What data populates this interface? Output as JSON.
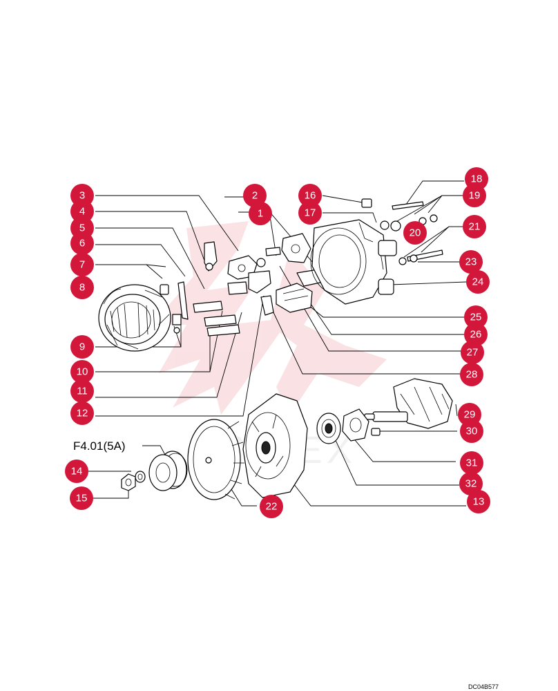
{
  "colors": {
    "callout": "#d3173b",
    "line": "#000000",
    "background": "#ffffff"
  },
  "reference_label": "F4.01(5A)",
  "document_code": "DC04B577",
  "callouts": [
    {
      "id": "1",
      "label": "1"
    },
    {
      "id": "2",
      "label": "2"
    },
    {
      "id": "3",
      "label": "3"
    },
    {
      "id": "4",
      "label": "4"
    },
    {
      "id": "5",
      "label": "5"
    },
    {
      "id": "6",
      "label": "6"
    },
    {
      "id": "7",
      "label": "7"
    },
    {
      "id": "8",
      "label": "8"
    },
    {
      "id": "9",
      "label": "9"
    },
    {
      "id": "10",
      "label": "10"
    },
    {
      "id": "11",
      "label": "11"
    },
    {
      "id": "12",
      "label": "12"
    },
    {
      "id": "13",
      "label": "13"
    },
    {
      "id": "14",
      "label": "14"
    },
    {
      "id": "15",
      "label": "15"
    },
    {
      "id": "16",
      "label": "16"
    },
    {
      "id": "17",
      "label": "17"
    },
    {
      "id": "18",
      "label": "18"
    },
    {
      "id": "19",
      "label": "19"
    },
    {
      "id": "20",
      "label": "20"
    },
    {
      "id": "21",
      "label": "21"
    },
    {
      "id": "22",
      "label": "22"
    },
    {
      "id": "23",
      "label": "23"
    },
    {
      "id": "24",
      "label": "24"
    },
    {
      "id": "25",
      "label": "25"
    },
    {
      "id": "26",
      "label": "26"
    },
    {
      "id": "27",
      "label": "27"
    },
    {
      "id": "28",
      "label": "28"
    },
    {
      "id": "29",
      "label": "29"
    },
    {
      "id": "30",
      "label": "30"
    },
    {
      "id": "31",
      "label": "31"
    },
    {
      "id": "32",
      "label": "32"
    }
  ]
}
